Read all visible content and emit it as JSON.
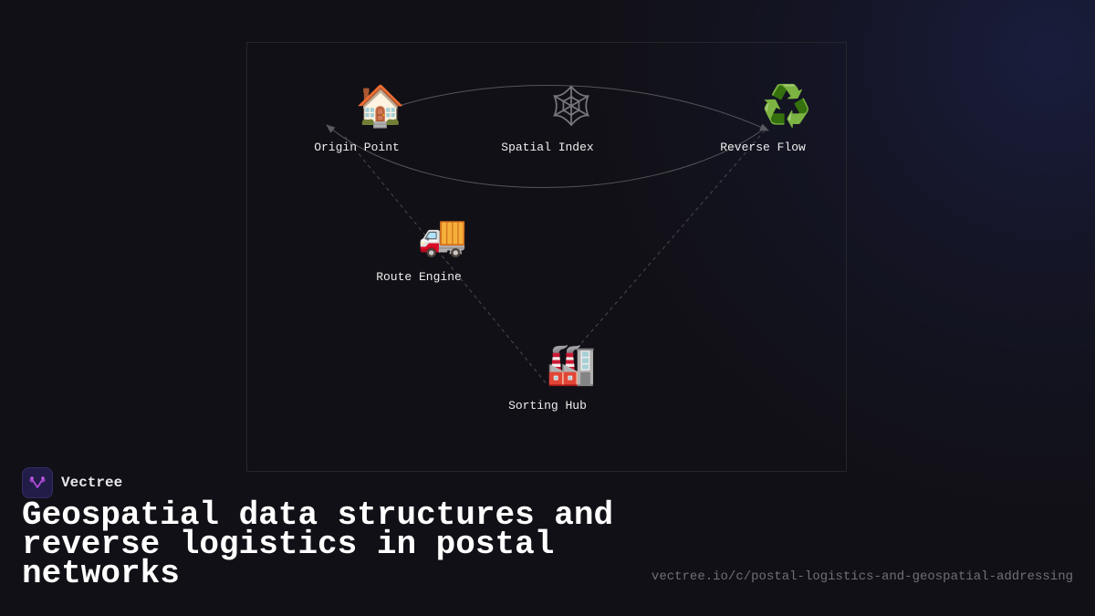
{
  "diagram": {
    "nodes": [
      {
        "id": "origin",
        "label": "Origin Point",
        "icon": "house-icon",
        "glyph": "🏠"
      },
      {
        "id": "spatial",
        "label": "Spatial Index",
        "icon": "spider-web-icon",
        "glyph": "🕸"
      },
      {
        "id": "reverse",
        "label": "Reverse Flow",
        "icon": "recycle-icon",
        "glyph": "♻️"
      },
      {
        "id": "route",
        "label": "Route Engine",
        "icon": "delivery-truck-icon",
        "glyph": "🚚"
      },
      {
        "id": "hub",
        "label": "Sorting Hub",
        "icon": "factory-icon",
        "glyph": "🏭"
      }
    ],
    "edges": [
      {
        "from": "origin",
        "to": "reverse",
        "style": "solid-curve-arrow"
      },
      {
        "from": "reverse",
        "to": "origin",
        "style": "solid-curve-arrow"
      },
      {
        "from": "origin",
        "to": "hub",
        "style": "dashed"
      },
      {
        "from": "hub",
        "to": "reverse",
        "style": "dashed"
      }
    ]
  },
  "brand": {
    "name": "Vectree",
    "logo_icon": "vectree-logo-icon"
  },
  "title": "Geospatial data structures and reverse logistics in postal networks",
  "url": "vectree.io/c/postal-logistics-and-geospatial-addressing",
  "colors": {
    "background": "#111016",
    "logo_bg": "#221d48",
    "logo_accent": "#b04ad8",
    "edge": "#5a5a60",
    "url_text": "#6f6f76"
  }
}
